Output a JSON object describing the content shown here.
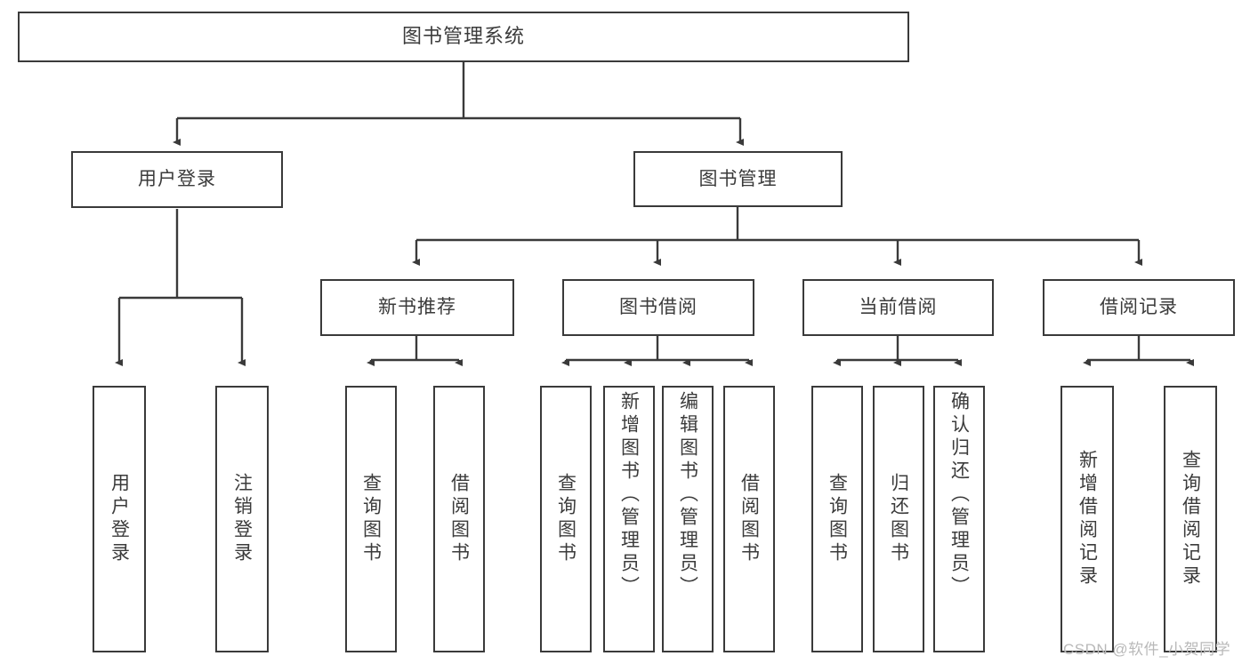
{
  "diagram": {
    "title": "图书管理系统",
    "type": "tree-hierarchy",
    "root": {
      "label": "图书管理系统"
    },
    "level2": [
      {
        "label": "用户登录"
      },
      {
        "label": "图书管理"
      }
    ],
    "level3": [
      {
        "label": "新书推荐"
      },
      {
        "label": "图书借阅"
      },
      {
        "label": "当前借阅"
      },
      {
        "label": "借阅记录"
      }
    ],
    "leaves": {
      "user_login": [
        {
          "label": "用户登录"
        },
        {
          "label": "注销登录"
        }
      ],
      "new_book_recommend": [
        {
          "label": "查询图书"
        },
        {
          "label": "借阅图书"
        }
      ],
      "book_borrow": [
        {
          "label": "查询图书"
        },
        {
          "label": "新增图书（管理员）"
        },
        {
          "label": "编辑图书（管理员）"
        },
        {
          "label": "借阅图书"
        }
      ],
      "current_borrow": [
        {
          "label": "查询图书"
        },
        {
          "label": "归还图书"
        },
        {
          "label": "确认归还（管理员）"
        }
      ],
      "borrow_record": [
        {
          "label": "新增借阅记录"
        },
        {
          "label": "查询借阅记录"
        }
      ]
    }
  },
  "watermark": {
    "text": "CSDN @软件_小贺同学"
  },
  "colors": {
    "stroke": "#3a3a3a",
    "text": "#3b3b3b",
    "background": "#ffffff",
    "watermark": "#b9b9b9"
  }
}
